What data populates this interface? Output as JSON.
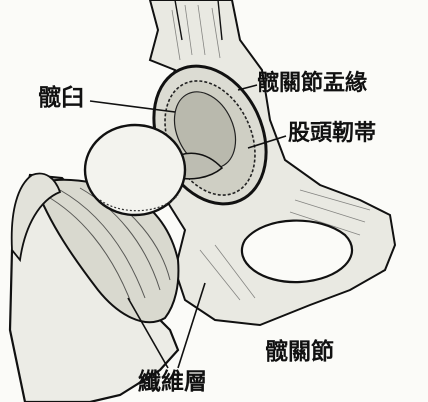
{
  "labels": {
    "acetabulum": "髋臼",
    "acetabular_rim": "髋關節盂緣",
    "ligament_head_femur": "股頭靭帯",
    "hip_joint": "髋關節",
    "fibrous_layer": "纖維層"
  }
}
